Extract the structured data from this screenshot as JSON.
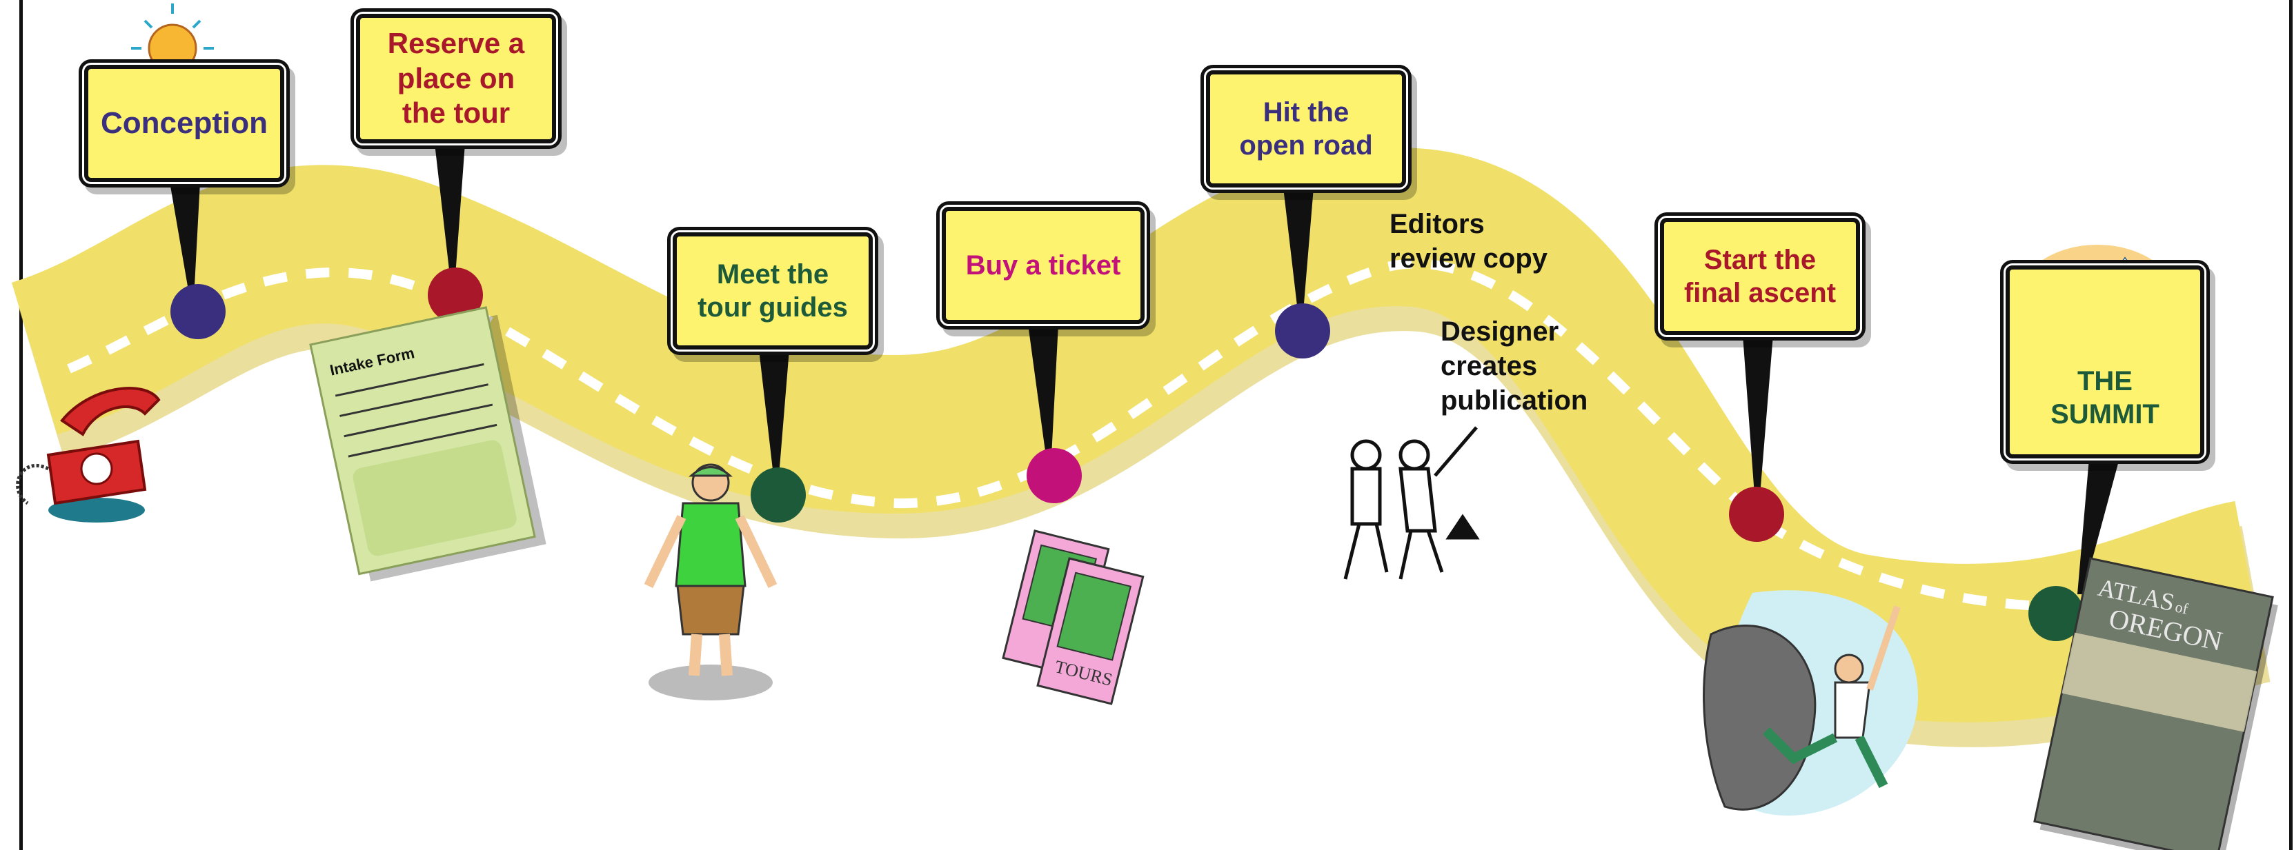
{
  "colors": {
    "road": "#f0e06a",
    "road_shadow": "#d9c44a",
    "sign_fill": "#fdf36f",
    "navy": "#3a2f7e",
    "crimson": "#a8172a",
    "green": "#1c5a3a",
    "magenta": "#c2127a"
  },
  "milestones": [
    {
      "label": "Conception",
      "text_color": "#3a2f7e",
      "dot_color": "#3a2f7e"
    },
    {
      "label": "Reserve a\nplace on\nthe tour",
      "text_color": "#a8172a",
      "dot_color": "#a8172a"
    },
    {
      "label": "Meet the\ntour guides",
      "text_color": "#1c5a3a",
      "dot_color": "#1c5a3a"
    },
    {
      "label": "Buy a ticket",
      "text_color": "#c2127a",
      "dot_color": "#c2127a"
    },
    {
      "label": "Hit the\nopen road",
      "text_color": "#3a2f7e",
      "dot_color": "#3a2f7e"
    },
    {
      "label": "Start the\nfinal ascent",
      "text_color": "#a8172a",
      "dot_color": "#a8172a"
    },
    {
      "label": "THE\nSUMMIT",
      "text_color": "#1c5a3a",
      "dot_color": "#1c5a3a"
    }
  ],
  "notes": {
    "editors": "Editors\nreview copy",
    "designer": "Designer\ncreates\npublication"
  },
  "illustrations": {
    "phone": "telephone-icon",
    "bulb": "lightbulb-icon",
    "form": "intake-form-icon",
    "form_title": "Intake Form",
    "guide": "tour-guide-icon",
    "tickets": "tour-tickets-icon",
    "ticket_text": "TOURS",
    "hikers": "hikers-icon",
    "climber": "rock-climber-icon",
    "mountains": "mountain-landscape-icon",
    "atlas": "atlas-book-icon",
    "atlas_title_1": "ATLAS",
    "atlas_title_of": "of",
    "atlas_title_2": "OREGON"
  }
}
